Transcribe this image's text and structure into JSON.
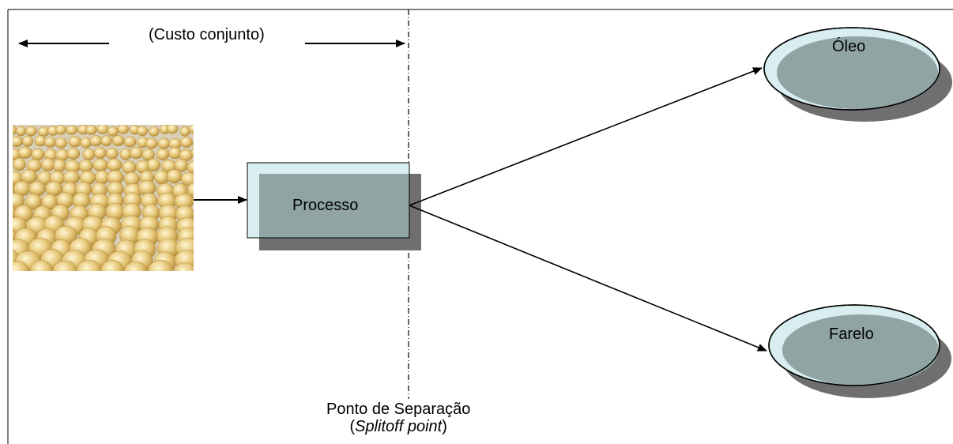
{
  "labels": {
    "joint_cost": "(Custo conjunto)",
    "process": "Processo",
    "product_oil": "Óleo",
    "product_meal": "Farelo",
    "splitoff_pt": "Ponto de Separação",
    "splitoff_en_open": "(",
    "splitoff_en": "Splitoff point",
    "splitoff_en_close": ")"
  },
  "image": {
    "subject": "soybeans"
  },
  "colors": {
    "box_fill": "#90a4a4",
    "box_light": "#d8eef0",
    "shadow": "#6f6f6f",
    "bean": "#e6c77a",
    "line": "#000000"
  }
}
